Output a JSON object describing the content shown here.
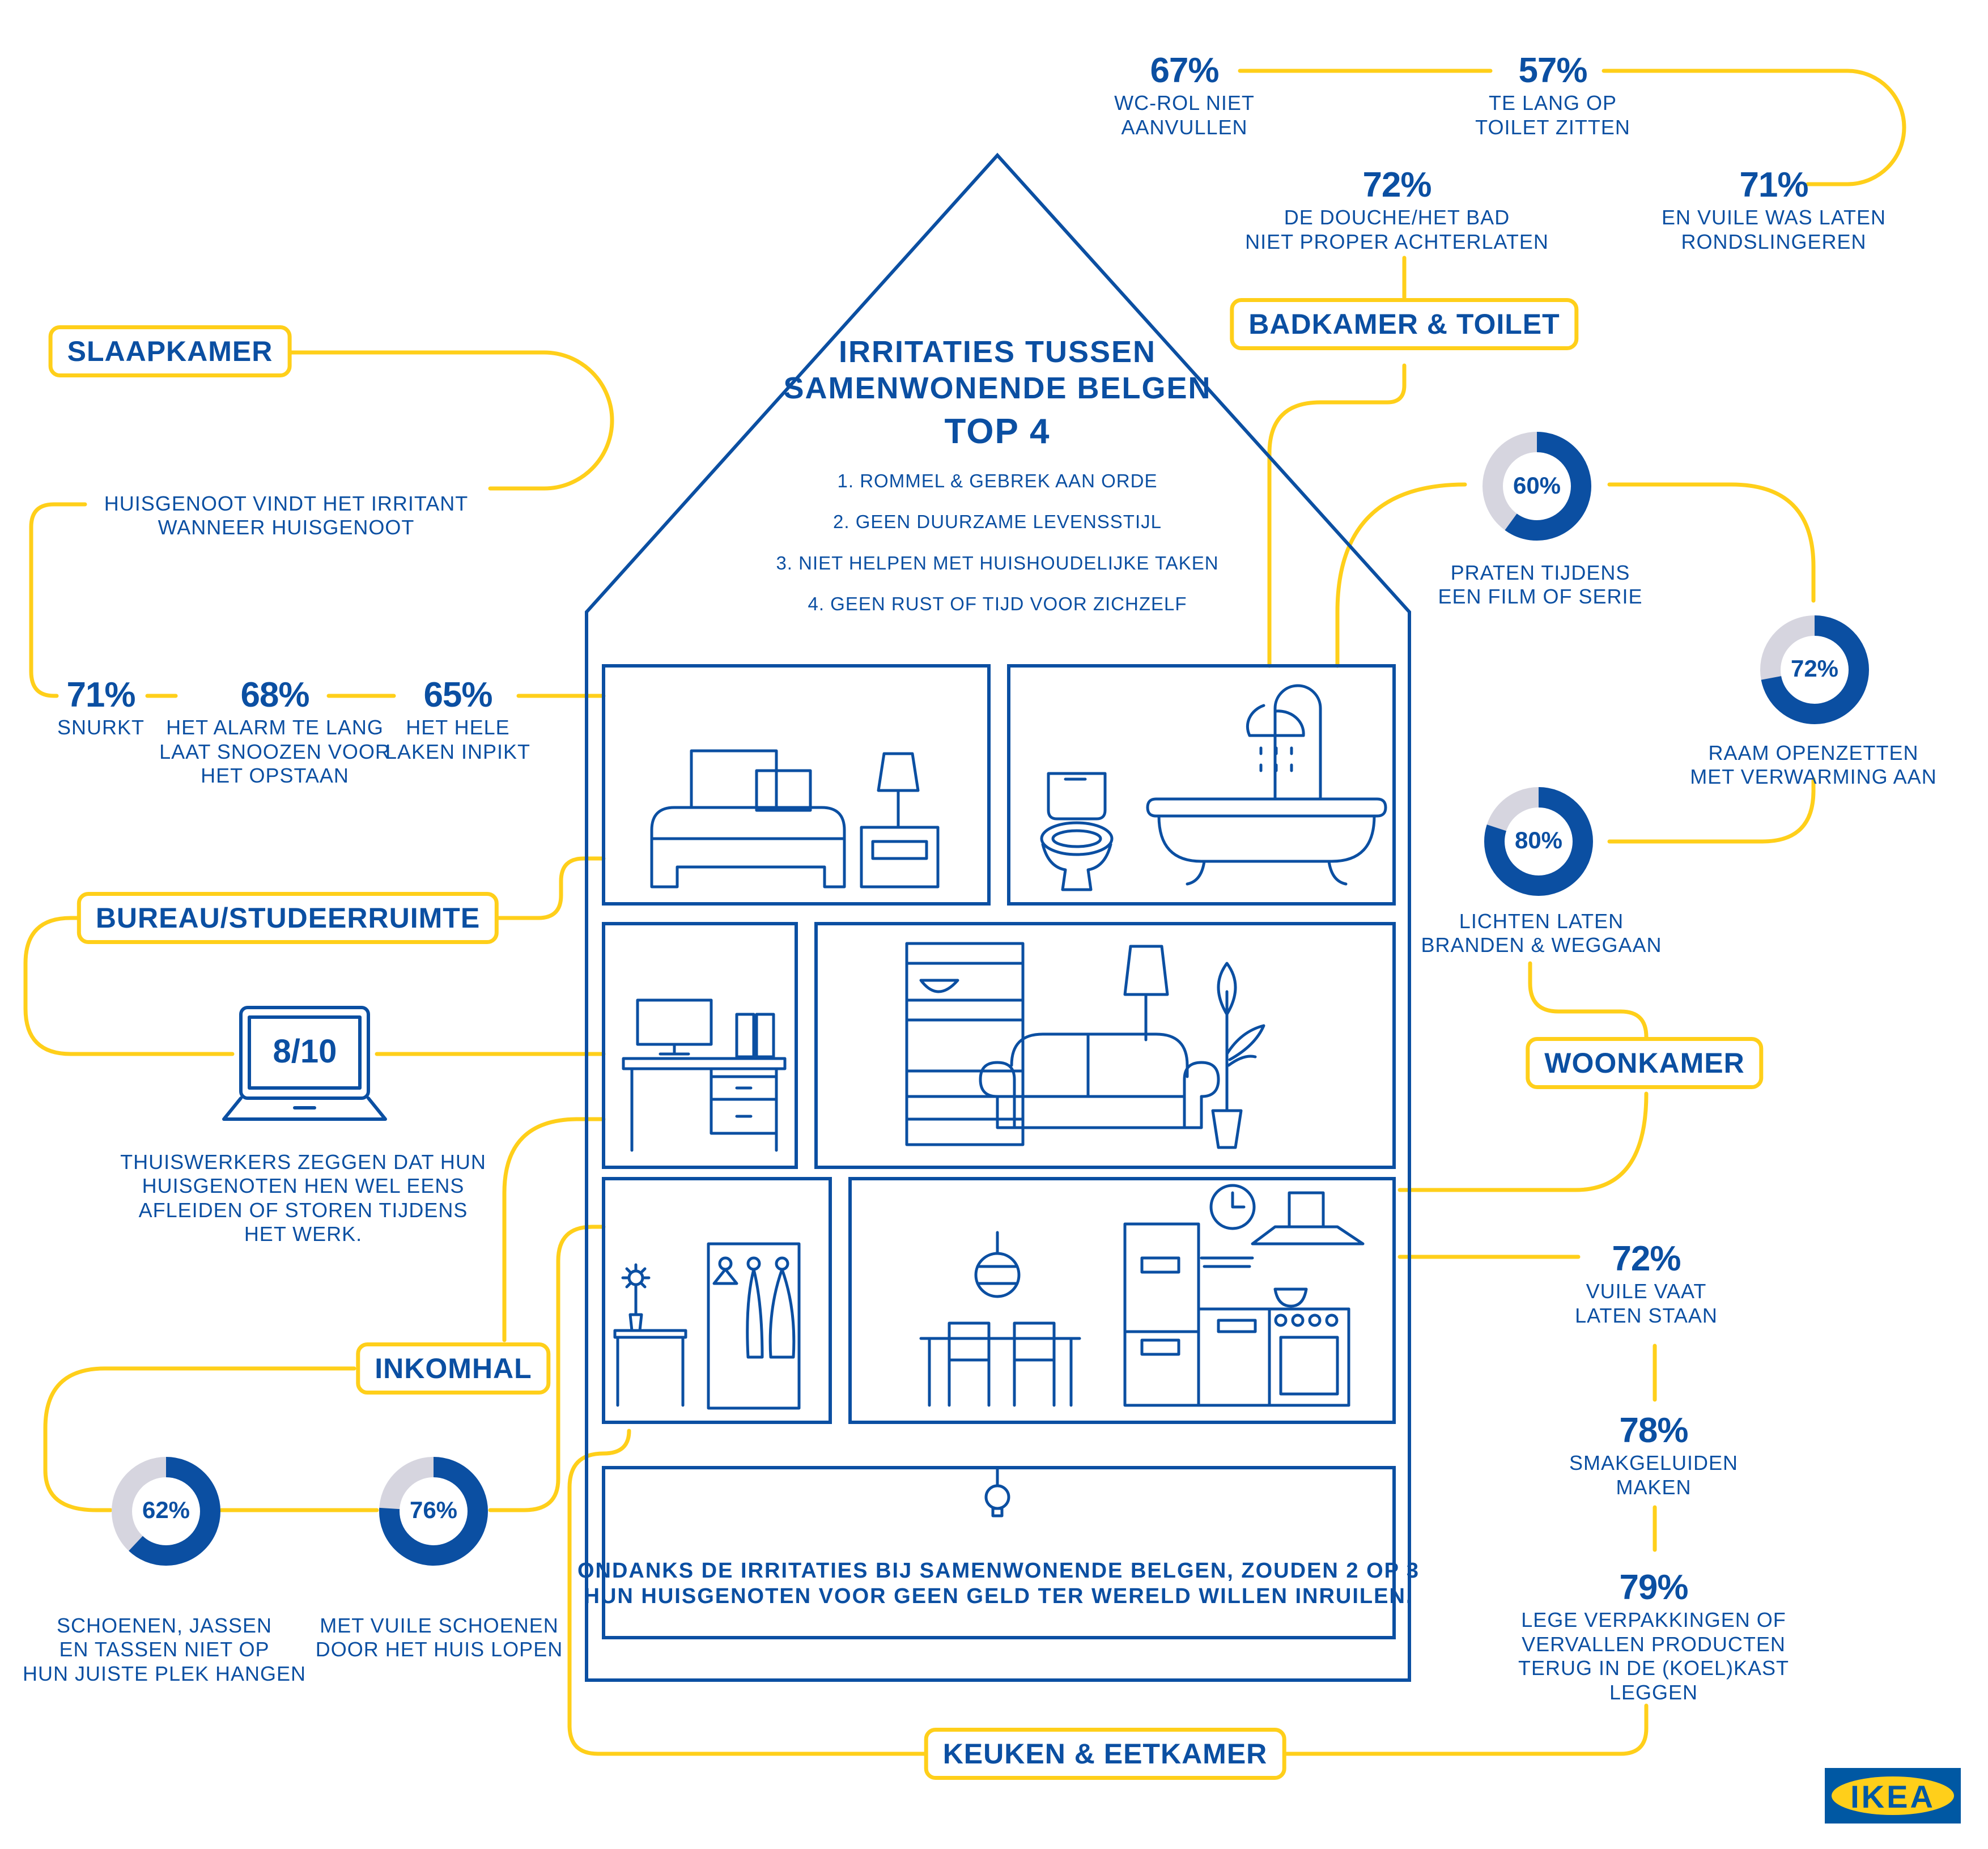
{
  "header": {
    "title_line1": "IRRITATIES TUSSEN",
    "title_line2": "SAMENWONENDE BELGEN",
    "top": "TOP 4",
    "list": [
      "1. ROMMEL & GEBREK AAN ORDE",
      "2. GEEN DUURZAME LEVENSSTIJL",
      "3. NIET HELPEN MET HUISHOUDELIJKE TAKEN",
      "4. GEEN RUST OF TIJD VOOR ZICHZELF"
    ]
  },
  "footer": {
    "line1": "ONDANKS DE IRRITATIES BIJ SAMENWONENDE BELGEN, ZOUDEN 2 OP 3",
    "line2": "HUN HUISGENOTEN VOOR GEEN GELD TER WERELD WILLEN INRUILEN."
  },
  "bathroom": {
    "label": "BADKAMER & TOILET",
    "stats": [
      {
        "pct": "67%",
        "desc1": "WC-ROL NIET",
        "desc2": "AANVULLEN"
      },
      {
        "pct": "57%",
        "desc1": "TE LANG OP",
        "desc2": "TOILET ZITTEN"
      },
      {
        "pct": "72%",
        "desc1": "DE DOUCHE/HET BAD",
        "desc2": "NIET PROPER ACHTERLATEN"
      },
      {
        "pct": "71%",
        "desc1": "EN VUILE WAS LATEN",
        "desc2": "RONDSLINGEREN"
      }
    ]
  },
  "bedroom": {
    "label": "SLAAPKAMER",
    "intro1": "HUISGENOOT VINDT HET IRRITANT",
    "intro2": "WANNEER HUISGENOOT",
    "stats": [
      {
        "pct": "71%",
        "desc1": "SNURKT"
      },
      {
        "pct": "68%",
        "desc1": "HET ALARM TE LANG",
        "desc2": "LAAT SNOOZEN VOOR",
        "desc3": "HET OPSTAAN"
      },
      {
        "pct": "65%",
        "desc1": "HET HELE",
        "desc2": "LAKEN INPIKT"
      }
    ]
  },
  "office": {
    "label": "BUREAU/STUDEERRUIMTE",
    "score": "8/10",
    "desc1": "THUISWERKERS ZEGGEN DAT HUN",
    "desc2": "HUISGENOTEN HEN WEL EENS",
    "desc3": "AFLEIDEN OF STOREN TIJDENS",
    "desc4": "HET WERK."
  },
  "livingroom": {
    "label": "WOONKAMER",
    "stats": [
      {
        "value": 60,
        "pct": "60%",
        "desc1": "PRATEN TIJDENS",
        "desc2": "EEN FILM OF SERIE"
      },
      {
        "value": 72,
        "pct": "72%",
        "desc1": "RAAM OPENZETTEN",
        "desc2": "MET VERWARMING AAN"
      },
      {
        "value": 80,
        "pct": "80%",
        "desc1": "LICHTEN LATEN",
        "desc2": "BRANDEN & WEGGAAN"
      }
    ]
  },
  "hall": {
    "label": "INKOMHAL",
    "stats": [
      {
        "value": 62,
        "pct": "62%",
        "desc1": "SCHOENEN, JASSEN",
        "desc2": "EN TASSEN NIET OP",
        "desc3": "HUN JUISTE PLEK HANGEN"
      },
      {
        "value": 76,
        "pct": "76%",
        "desc1": "MET VUILE SCHOENEN",
        "desc2": "DOOR HET HUIS LOPEN"
      }
    ]
  },
  "kitchen": {
    "label": "KEUKEN & EETKAMER",
    "stats": [
      {
        "pct": "72%",
        "desc1": "VUILE VAAT",
        "desc2": "LATEN STAAN"
      },
      {
        "pct": "78%",
        "desc1": "SMAKGELUIDEN",
        "desc2": "MAKEN"
      },
      {
        "pct": "79%",
        "desc1": "LEGE VERPAKKINGEN OF",
        "desc2": "VERVALLEN PRODUCTEN",
        "desc3": "TERUG IN DE (KOEL)KAST",
        "desc4": "LEGGEN"
      }
    ]
  },
  "logo": {
    "text": "IKEA",
    "blue": "#0058a3",
    "yellow": "#ffcf1a"
  },
  "colors": {
    "brand_blue": "#0b4fa2",
    "accent_yellow": "#ffcf1a",
    "ring_gray": "#d6d5df"
  },
  "icons": [
    "bed-icon",
    "nightstand-lamp-icon",
    "toilet-icon",
    "bathtub-shower-icon",
    "desk-computer-icon",
    "bookcase-icon",
    "sofa-icon",
    "floor-lamp-icon",
    "plant-icon",
    "coat-rack-icon",
    "flower-vase-icon",
    "dining-table-icon",
    "pendant-lamp-icon",
    "kitchen-icon",
    "clock-icon",
    "lightbulb-icon",
    "laptop-icon"
  ]
}
